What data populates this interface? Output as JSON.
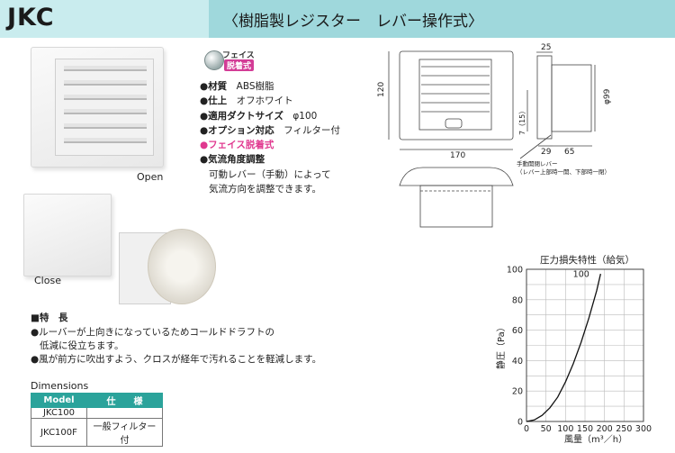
{
  "header": {
    "model": "JKC",
    "title": "〈樹脂製レジスター　レバー操作式〉"
  },
  "photos": {
    "open_caption": "Open",
    "close_caption": "Close"
  },
  "badge": {
    "line1": "フェイス",
    "line2": "脱着式"
  },
  "specs": {
    "material_key": "●材質",
    "material_val": "ABS樹脂",
    "finish_key": "●仕上",
    "finish_val": "オフホワイト",
    "duct_key": "●適用ダクトサイズ",
    "duct_val": "φ100",
    "option_key": "●オプション対応",
    "option_val": "フィルター付",
    "face": "●フェイス脱着式",
    "airflow_key": "●気流角度調整",
    "airflow_line1": "可動レバー（手動）によって",
    "airflow_line2": "気流方向を調整できます。"
  },
  "features": {
    "heading": "■特　長",
    "line1": "●ルーバーが上向きになっているためコールドドラフトの",
    "line1b": "低減に役立ちます。",
    "line2": "●風が前方に吹出すよう、クロスが経年で汚れることを軽減します。"
  },
  "dimensions": {
    "title": "Dimensions",
    "headers": [
      "Model",
      "仕　　様"
    ],
    "rows": [
      [
        "JKC100",
        ""
      ],
      [
        "JKC100F",
        "一般フィルター付"
      ]
    ]
  },
  "drawing": {
    "width_label": "170",
    "height_label": "120",
    "depth1": "29",
    "depth2": "65",
    "top_dim": "25",
    "diameter": "φ99",
    "angle": "7（15）",
    "lever_note1": "手動開閉レバー",
    "lever_note2": "（レバー上部時一開、下部時一閉）"
  },
  "chart_data": {
    "type": "line",
    "title": "圧力損失特性（給気）",
    "xlabel": "風量（m³／h）",
    "ylabel": "静圧（Pa）",
    "xlim": [
      0,
      300
    ],
    "ylim": [
      0,
      100
    ],
    "xticks": [
      0,
      50,
      100,
      150,
      200,
      250,
      300
    ],
    "yticks": [
      0,
      10,
      20,
      30,
      40,
      50,
      60,
      70,
      80,
      90,
      100
    ],
    "grid": true,
    "series": [
      {
        "name": "100",
        "x": [
          0,
          20,
          40,
          60,
          80,
          100,
          120,
          140,
          160,
          180,
          190
        ],
        "y": [
          0,
          1,
          4,
          9,
          16,
          26,
          38,
          52,
          68,
          86,
          97
        ]
      }
    ]
  }
}
